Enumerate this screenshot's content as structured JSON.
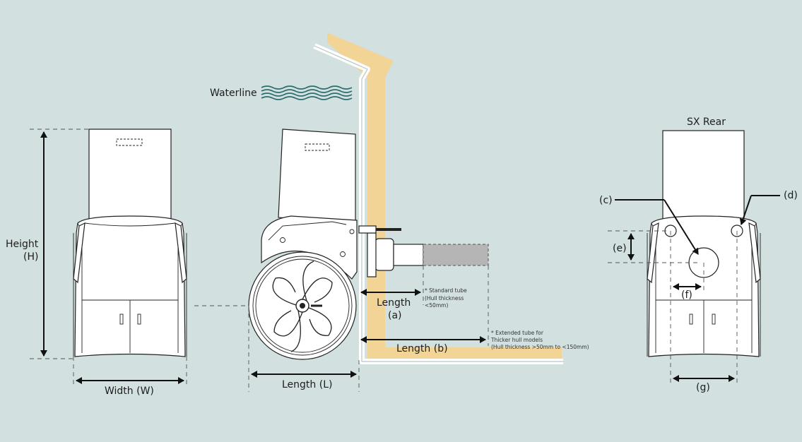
{
  "labels": {
    "waterline": "Waterline",
    "height_line1": "Height",
    "height_line2": "(H)",
    "width": "Width (W)",
    "length_l": "Length (L)",
    "length_a_line1": "Length",
    "length_a_line2": "(a)",
    "length_b": "Length (b)",
    "std_note_1": "* Standard tube",
    "std_note_2": "(Hull thickness",
    "std_note_3": "<50mm)",
    "ext_note_1": "* Extended tube for",
    "ext_note_2": "Thicker hull models",
    "ext_note_3": "(Hull thickness >50mm to <150mm)",
    "rear_title": "SX Rear",
    "c": "(c)",
    "d": "(d)",
    "e": "(e)",
    "f": "(f)",
    "g": "(g)"
  },
  "colors": {
    "background": "#d2e0e0",
    "hull": "#f2d496",
    "water": "#2c6e6e",
    "line": "#111111"
  }
}
